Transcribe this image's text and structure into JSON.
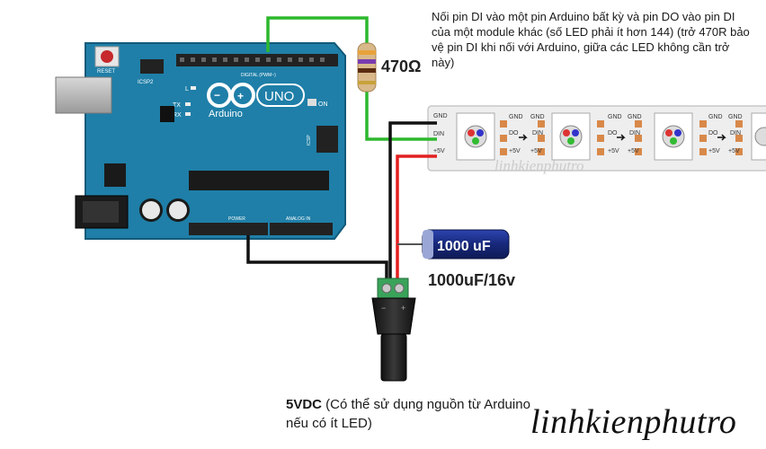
{
  "note": "Nối pin DI vào một pin Arduino bất kỳ và pin DO vào pin DI của một module khác (số LED phải ít hơn 144)  (trở 470R bảo vệ pin DI khi nối với Arduino, giữa các LED không cần trở này)",
  "resistor_label": "470Ω",
  "capacitor_body_label": "1000 uF",
  "capacitor_rating": "1000uF/16v",
  "power_supply_bold": "5VDC",
  "power_supply_note": " (Có thể sử dụng nguồn từ Arduino nếu có ít LED)",
  "watermark": "linhkienphutro",
  "brand": "linhkienphutro",
  "arduino": {
    "logo_text": "Arduino",
    "uno_label": "UNO",
    "reset_label": "RESET",
    "icsp2_label": "ICSP2",
    "icsp_label": "ICSP",
    "digital_label": "DIGITAL (PWM~)",
    "power_label": "POWER",
    "analog_label": "ANALOG IN",
    "l_label": "L",
    "tx_label": "TX",
    "rx_label": "RX",
    "on_label": "ON"
  },
  "strip": {
    "pin_labels": [
      "GND",
      "DIN",
      "+5V"
    ],
    "pad_labels_top": [
      "GND",
      "GND"
    ],
    "pad_labels_mid": [
      "DO",
      "DIN"
    ],
    "pad_labels_bot": [
      "+5V",
      "+5V"
    ]
  },
  "colors": {
    "board": "#1f7fa8",
    "strip": "#ececec",
    "signal_wire": "#2db82d",
    "power_wire": "#e32020",
    "ground_wire": "#111111",
    "capacitor": "#1c2f88",
    "terminal": "#3aa35a"
  }
}
